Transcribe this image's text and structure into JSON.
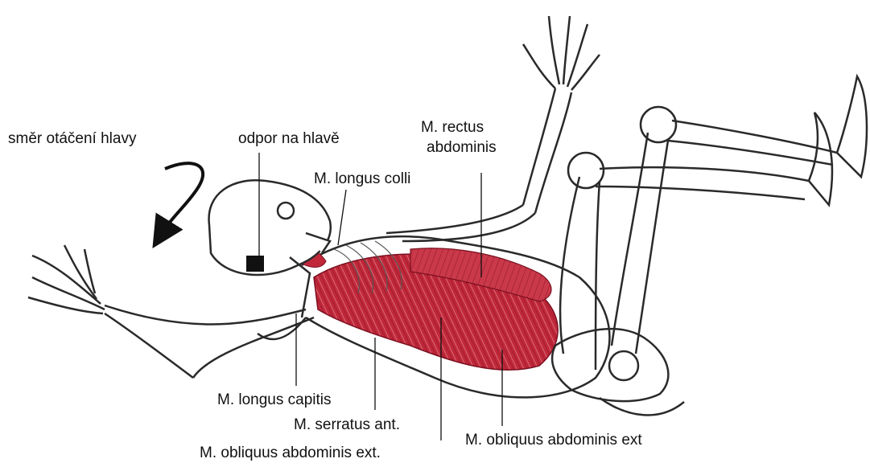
{
  "labels": {
    "head_rotation_direction": "směr otáčení hlavy",
    "head_resistance": "odpor na hlavě",
    "rectus_line1": "M. rectus",
    "rectus_line2": "abdominis",
    "longus_colli": "M. longus colli",
    "longus_capitis": "M. longus capitis",
    "serratus": "M. serratus ant.",
    "obliquus_ext_left": "M. obliquus abdominis ext.",
    "obliquus_ext_right": "M. obliquus abdominis ext"
  },
  "colors": {
    "muscle": "#c0283a",
    "muscle_light": "#e07a86",
    "outline": "#2a2a2a",
    "pad": "#111111"
  }
}
